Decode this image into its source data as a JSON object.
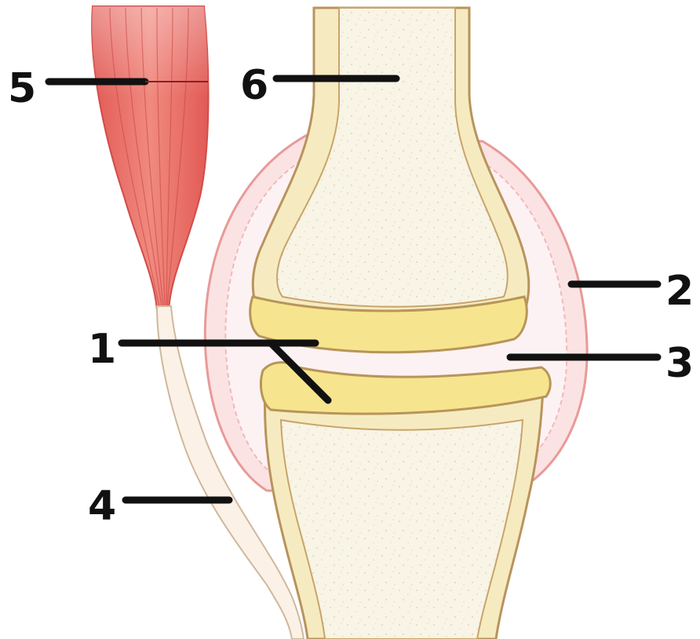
{
  "labels": {
    "one": "1",
    "two": "2",
    "three": "3",
    "four": "4",
    "five": "5",
    "six": "6"
  },
  "colors": {
    "muscle": "#e8665e",
    "tendon": "#f5e6d8",
    "bone_marrow": "#f8f4e6",
    "cortical_bone": "#f6ebc0",
    "cartilage": "#f6e58e",
    "capsule": "#f0a6a4",
    "synovial_membrane": "#f6d4d6",
    "leader_line": "#111111"
  },
  "icons": {
    "structure": "knee-joint-cross-section"
  }
}
